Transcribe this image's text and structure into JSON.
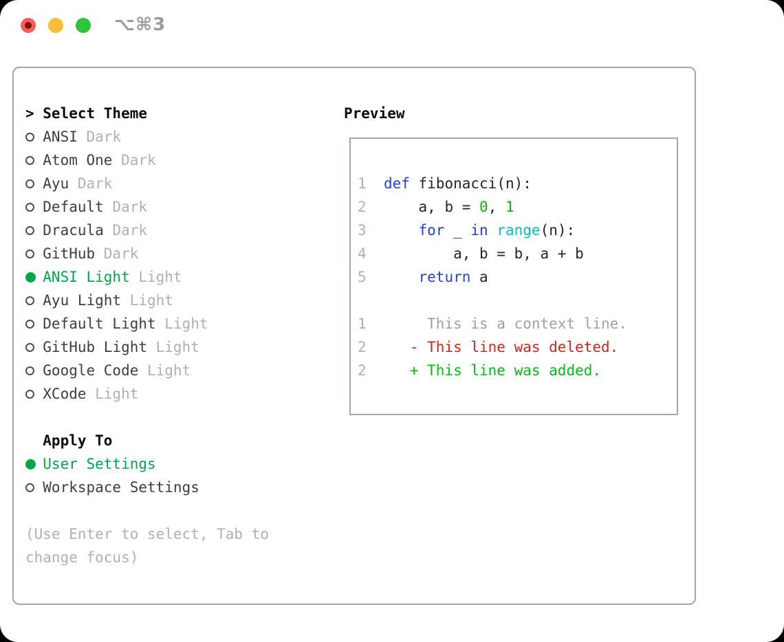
{
  "titlebar": {
    "shortcut": "⌥⌘3"
  },
  "theme_list": {
    "header_marker": ">",
    "header": "Select Theme",
    "items": [
      {
        "name": "ANSI",
        "variant": "Dark",
        "selected": false
      },
      {
        "name": "Atom One",
        "variant": "Dark",
        "selected": false
      },
      {
        "name": "Ayu",
        "variant": "Dark",
        "selected": false
      },
      {
        "name": "Default",
        "variant": "Dark",
        "selected": false
      },
      {
        "name": "Dracula",
        "variant": "Dark",
        "selected": false
      },
      {
        "name": "GitHub",
        "variant": "Dark",
        "selected": false
      },
      {
        "name": "ANSI Light",
        "variant": "Light",
        "selected": true
      },
      {
        "name": "Ayu Light",
        "variant": "Light",
        "selected": false
      },
      {
        "name": "Default Light",
        "variant": "Light",
        "selected": false
      },
      {
        "name": "GitHub Light",
        "variant": "Light",
        "selected": false
      },
      {
        "name": "Google Code",
        "variant": "Light",
        "selected": false
      },
      {
        "name": "XCode",
        "variant": "Light",
        "selected": false
      }
    ]
  },
  "apply_to": {
    "header": "Apply To",
    "options": [
      {
        "label": "User Settings",
        "selected": true
      },
      {
        "label": "Workspace Settings",
        "selected": false
      }
    ]
  },
  "hint": [
    "(Use Enter to select, Tab to",
    "change focus)"
  ],
  "preview": {
    "header": "Preview",
    "code_lines": [
      {
        "num": "1",
        "segments": [
          {
            "t": "  ",
            "c": "fg"
          },
          {
            "t": "def",
            "c": "kw"
          },
          {
            "t": " fibonacci(n):",
            "c": "fg"
          }
        ]
      },
      {
        "num": "2",
        "segments": [
          {
            "t": "      a, b = ",
            "c": "fg"
          },
          {
            "t": "0",
            "c": "num"
          },
          {
            "t": ", ",
            "c": "fg"
          },
          {
            "t": "1",
            "c": "num"
          }
        ]
      },
      {
        "num": "3",
        "segments": [
          {
            "t": "      ",
            "c": "fg"
          },
          {
            "t": "for",
            "c": "kw"
          },
          {
            "t": " _ ",
            "c": "fg"
          },
          {
            "t": "in",
            "c": "kw"
          },
          {
            "t": " ",
            "c": "fg"
          },
          {
            "t": "range",
            "c": "fn"
          },
          {
            "t": "(n):",
            "c": "fg"
          }
        ]
      },
      {
        "num": "4",
        "segments": [
          {
            "t": "          a, b = b, a + b",
            "c": "fg"
          }
        ]
      },
      {
        "num": "5",
        "segments": [
          {
            "t": "      ",
            "c": "fg"
          },
          {
            "t": "return",
            "c": "kw"
          },
          {
            "t": " a",
            "c": "fg"
          }
        ]
      }
    ],
    "diff_lines": [
      {
        "num": "1",
        "segments": [
          {
            "t": "       This is a context line.",
            "c": "ctx"
          }
        ]
      },
      {
        "num": "2",
        "segments": [
          {
            "t": "     ",
            "c": "fg"
          },
          {
            "t": "- This line was deleted.",
            "c": "del"
          }
        ]
      },
      {
        "num": "2",
        "segments": [
          {
            "t": "     ",
            "c": "fg"
          },
          {
            "t": "+ This line was added.",
            "c": "add"
          }
        ]
      }
    ]
  },
  "colors": {
    "accent_green": "#00a64a",
    "keyword_blue": "#2140dc",
    "function_cyan": "#00bfbf",
    "number_green": "#0ab40a",
    "diff_red": "#c9271a",
    "diff_add_green": "#00bd14",
    "muted_gray": "#a9b1bd",
    "context_gray": "#9aa2ac",
    "text_dark": "#3d3d45",
    "code_fg": "#232329",
    "header_black": "#0d0d0f",
    "border_gray": "#9ea6b2",
    "shortcut_gray": "#9b9b9b",
    "traffic_red": "#f45f58",
    "traffic_red_dot": "#7d1007",
    "traffic_yellow": "#f9bd37",
    "traffic_green": "#2ec43e"
  }
}
